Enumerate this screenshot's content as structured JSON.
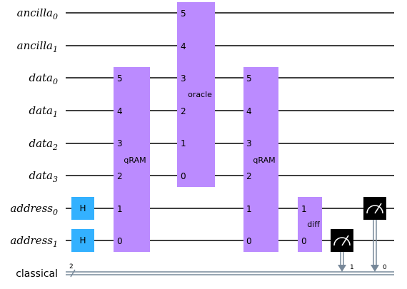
{
  "qubits": [
    {
      "name": "ancilla",
      "index": "0"
    },
    {
      "name": "ancilla",
      "index": "1"
    },
    {
      "name": "data",
      "index": "0"
    },
    {
      "name": "data",
      "index": "1"
    },
    {
      "name": "data",
      "index": "2"
    },
    {
      "name": "data",
      "index": "3"
    },
    {
      "name": "address",
      "index": "0"
    },
    {
      "name": "address",
      "index": "1"
    }
  ],
  "classical": {
    "label": "classical",
    "width": "2"
  },
  "gates": {
    "h1": "H",
    "h2": "H",
    "qram1": {
      "name": "qRAM",
      "pins": [
        "5",
        "4",
        "3",
        "2",
        "1",
        "0"
      ]
    },
    "oracle": {
      "name": "oracle",
      "pins": [
        "5",
        "4",
        "3",
        "2",
        "1",
        "0"
      ]
    },
    "qram2": {
      "name": "qRAM",
      "pins": [
        "5",
        "4",
        "3",
        "2",
        "1",
        "0"
      ]
    },
    "diff": {
      "name": "diff",
      "pins": [
        "1",
        "0"
      ]
    }
  },
  "measurements": [
    {
      "bit": "1"
    },
    {
      "bit": "0"
    }
  ],
  "colors": {
    "custom_gate": "#bb8bff",
    "h_gate": "#33b1ff",
    "measure": "#000000",
    "classical_wire": "#778899"
  }
}
